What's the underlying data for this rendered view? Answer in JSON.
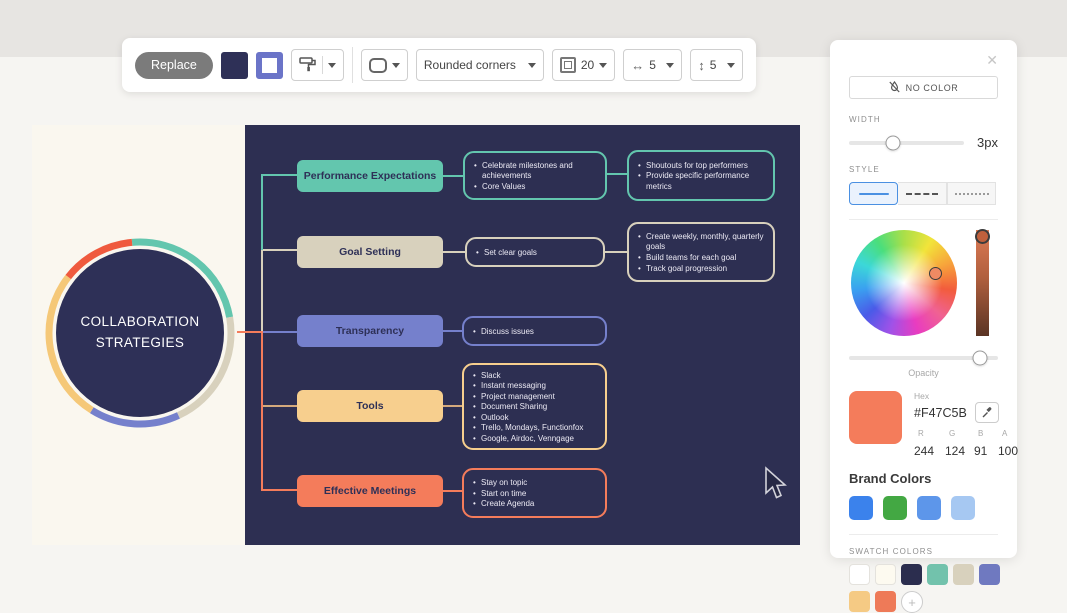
{
  "toolbar": {
    "replace_label": "Replace",
    "fill_color": "#2E3057",
    "border_color": "#6B74C8",
    "corner_style_label": "Rounded corners",
    "border_width_value": "20",
    "h_padding_value": "5",
    "v_padding_value": "5",
    "h_arrow": "↔",
    "v_arrow": "↕"
  },
  "mindmap": {
    "center": {
      "title": "COLLABORATION STRATEGIES",
      "fill": "#2E3057",
      "ring_colors": [
        "#63C6AE",
        "#D8D1BD",
        "#7580CC",
        "#F5C878",
        "#EF5A3E"
      ]
    },
    "branches": [
      {
        "label": "Performance Expectations",
        "color": "#63C6AE",
        "line_color": "#63C6AE",
        "children": [
          {
            "items": [
              "Celebrate milestones and achievements",
              "Core Values"
            ]
          },
          {
            "items": [
              "Shoutouts for top performers",
              "Provide specific performance metrics"
            ]
          }
        ]
      },
      {
        "label": "Goal Setting",
        "color": "#D8D1BD",
        "line_color": "#D8D1BD",
        "children": [
          {
            "items": [
              "Set clear goals"
            ]
          },
          {
            "items": [
              "Create weekly, monthly, quarterly goals",
              "Build teams for each goal",
              "Track goal progression"
            ]
          }
        ]
      },
      {
        "label": "Transparency",
        "color": "#7580CC",
        "line_color": "#7580CC",
        "children": [
          {
            "items": [
              "Discuss issues"
            ]
          }
        ]
      },
      {
        "label": "Tools",
        "color": "#F7CF8E",
        "line_color": "#D4A97C",
        "children": [
          {
            "items": [
              "Slack",
              "Instant messaging",
              "Project management",
              "Document Sharing",
              "Outlook",
              "Trello, Mondays, Functionfox",
              "Google, Airdoc, Venngage"
            ]
          }
        ]
      },
      {
        "label": "Effective Meetings",
        "color": "#F47C5B",
        "line_color": "#F47C5B",
        "children": [
          {
            "items": [
              "Stay on topic",
              "Start on time",
              "Create Agenda"
            ]
          }
        ]
      }
    ]
  },
  "panel": {
    "close_icon": "✕",
    "no_color_label": "NO COLOR",
    "width_label": "WIDTH",
    "width_value": "3px",
    "style_label": "STYLE",
    "opacity_label": "Opacity",
    "hex_label": "Hex",
    "hex_value": "#F47C5B",
    "current_color": "#F47C5B",
    "rgba_labels": [
      "R",
      "G",
      "B",
      "A"
    ],
    "rgba_values": [
      "244",
      "124",
      "91",
      "100"
    ],
    "brand_colors_label": "Brand Colors",
    "brand_colors": [
      "#3B82EC",
      "#43A843",
      "#5D96EA",
      "#A6C8F2"
    ],
    "swatch_colors_label": "SWATCH COLORS",
    "swatch_colors": [
      "#FFFFFF",
      "#FDFAF0",
      "#2B2D4E",
      "#72C2AC",
      "#D8D1BD",
      "#6F79C0",
      "#F5CA84",
      "#EE7A58"
    ],
    "add_swatch_label": "+"
  }
}
